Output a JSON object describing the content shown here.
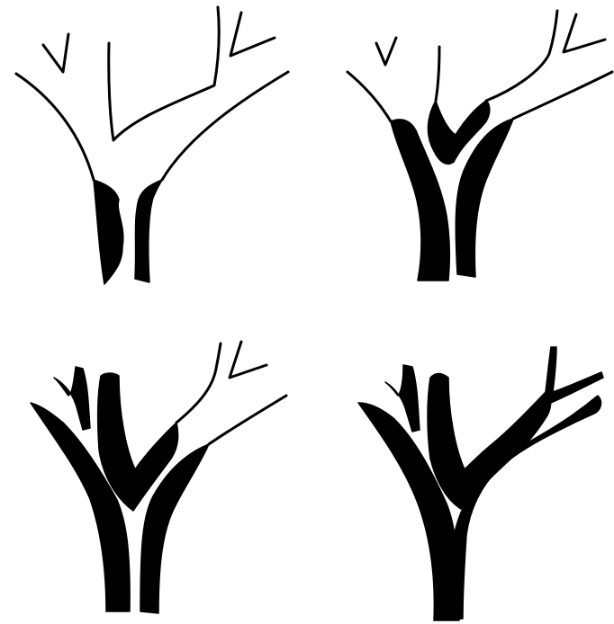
{
  "figure": {
    "ink_color": "#000000",
    "background_color": "#ffffff",
    "panels": [
      {
        "stage": 1,
        "description_name": "trunk-with-small-dark-patch-at-base"
      },
      {
        "stage": 2,
        "description_name": "dark-bands-extend-into-fork"
      },
      {
        "stage": 3,
        "description_name": "left-branches-darkened"
      },
      {
        "stage": 4,
        "description_name": "all-branches-darkened"
      }
    ]
  }
}
